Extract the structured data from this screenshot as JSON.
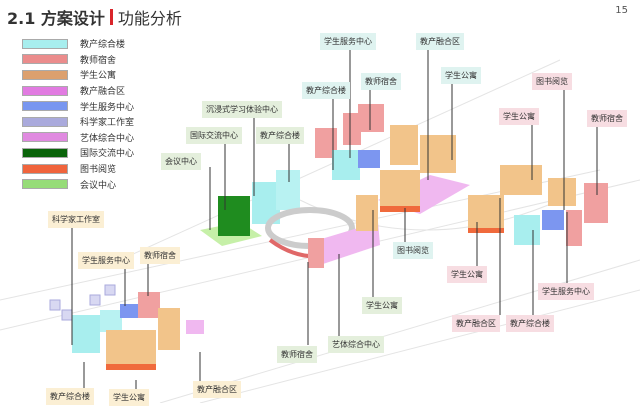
{
  "header": {
    "section": "2.1 方案设计",
    "subtitle": "功能分析",
    "page": "15"
  },
  "legend": [
    {
      "label": "教产综合楼",
      "color": "#a8eeee"
    },
    {
      "label": "教师宿舍",
      "color": "#eb8c8c"
    },
    {
      "label": "学生公寓",
      "color": "#dca06e"
    },
    {
      "label": "教产融合区",
      "color": "#e17be1"
    },
    {
      "label": "学生服务中心",
      "color": "#7896f0"
    },
    {
      "label": "科学家工作室",
      "color": "#aaaadc"
    },
    {
      "label": "艺体综合中心",
      "color": "#e08ae0"
    },
    {
      "label": "国际交流中心",
      "color": "#0a640a"
    },
    {
      "label": "图书阅览",
      "color": "#f0643c"
    },
    {
      "label": "会议中心",
      "color": "#96dc78"
    }
  ],
  "labels": [
    "学生服务中心",
    "教产融合区",
    "学生公寓",
    "教师宿舍",
    "教产综合楼",
    "图书阅览",
    "学生公寓",
    "教师宿舍",
    "沉浸式学习体验中心",
    "国际交流中心",
    "教产综合楼",
    "会议中心",
    "图书阅览",
    "学生公寓",
    "学生服务中心",
    "学生公寓",
    "教产融合区",
    "教产综合楼",
    "艺体综合中心",
    "教师宿舍",
    "科学家工作室",
    "学生服务中心",
    "教师宿舍",
    "教产综合楼",
    "学生公寓",
    "教产融合区"
  ]
}
